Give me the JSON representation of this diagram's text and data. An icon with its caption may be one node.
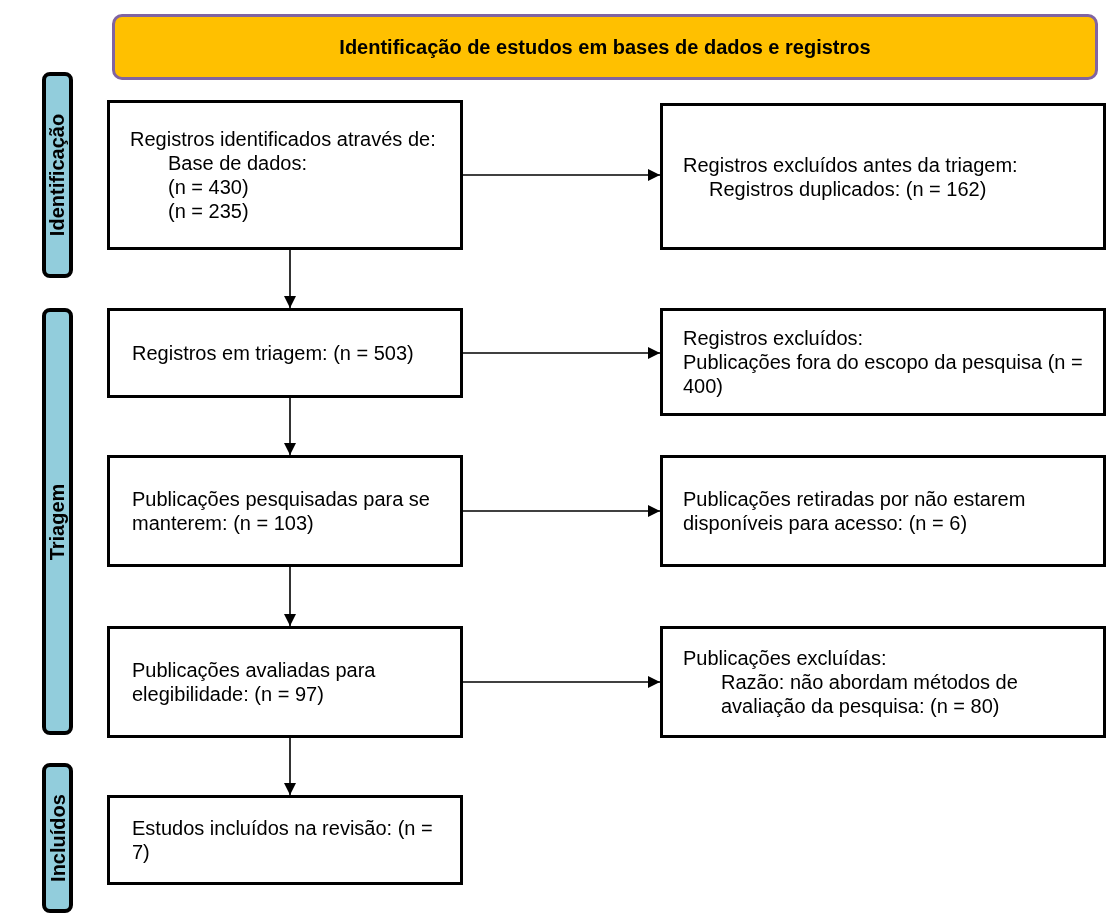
{
  "diagram": {
    "nodes": [
      {
        "text": [
          "Identificação de estudos em bases de dados e registros"
        ]
      },
      {
        "text": [
          "Identificação"
        ]
      },
      {
        "text": [
          "Triagem"
        ]
      },
      {
        "text": [
          "Incluídos"
        ]
      },
      {
        "text": [
          "Registros identificados através de:",
          "Base de dados:",
          "(n = 430)",
          "(n = 235)"
        ]
      },
      {
        "text": [
          "Registros excluídos antes da triagem:",
          "Registros duplicados: (n = 162)"
        ]
      },
      {
        "text": [
          "Registros em triagem: (n = 503)"
        ]
      },
      {
        "text": [
          "Registros excluídos:",
          "Publicações fora do escopo da pesquisa (n = 400)"
        ]
      },
      {
        "text": [
          "Publicações pesquisadas para se manterem: (n = 103)"
        ]
      },
      {
        "text": [
          "Publicações retiradas por não estarem disponíveis para acesso: (n = 6)"
        ]
      },
      {
        "text": [
          "Publicações avaliadas para elegibilidade: (n = 97)"
        ]
      },
      {
        "text": [
          "Publicações excluídas:",
          "Razão: não abordam métodos de avaliação da pesquisa: (n = 80)"
        ]
      },
      {
        "text": [
          "Estudos incluídos na revisão: (n = 7)"
        ]
      }
    ],
    "edges": [
      {
        "from": 4,
        "to": 5,
        "arrow": "to"
      },
      {
        "from": 4,
        "to": 6,
        "arrow": "to"
      },
      {
        "from": 6,
        "to": 7,
        "arrow": "to"
      },
      {
        "from": 6,
        "to": 8,
        "arrow": "to"
      },
      {
        "from": 8,
        "to": 9,
        "arrow": "to"
      },
      {
        "from": 8,
        "to": 10,
        "arrow": "to"
      },
      {
        "from": 10,
        "to": 11,
        "arrow": "to"
      },
      {
        "from": 10,
        "to": 12,
        "arrow": "to"
      }
    ]
  }
}
